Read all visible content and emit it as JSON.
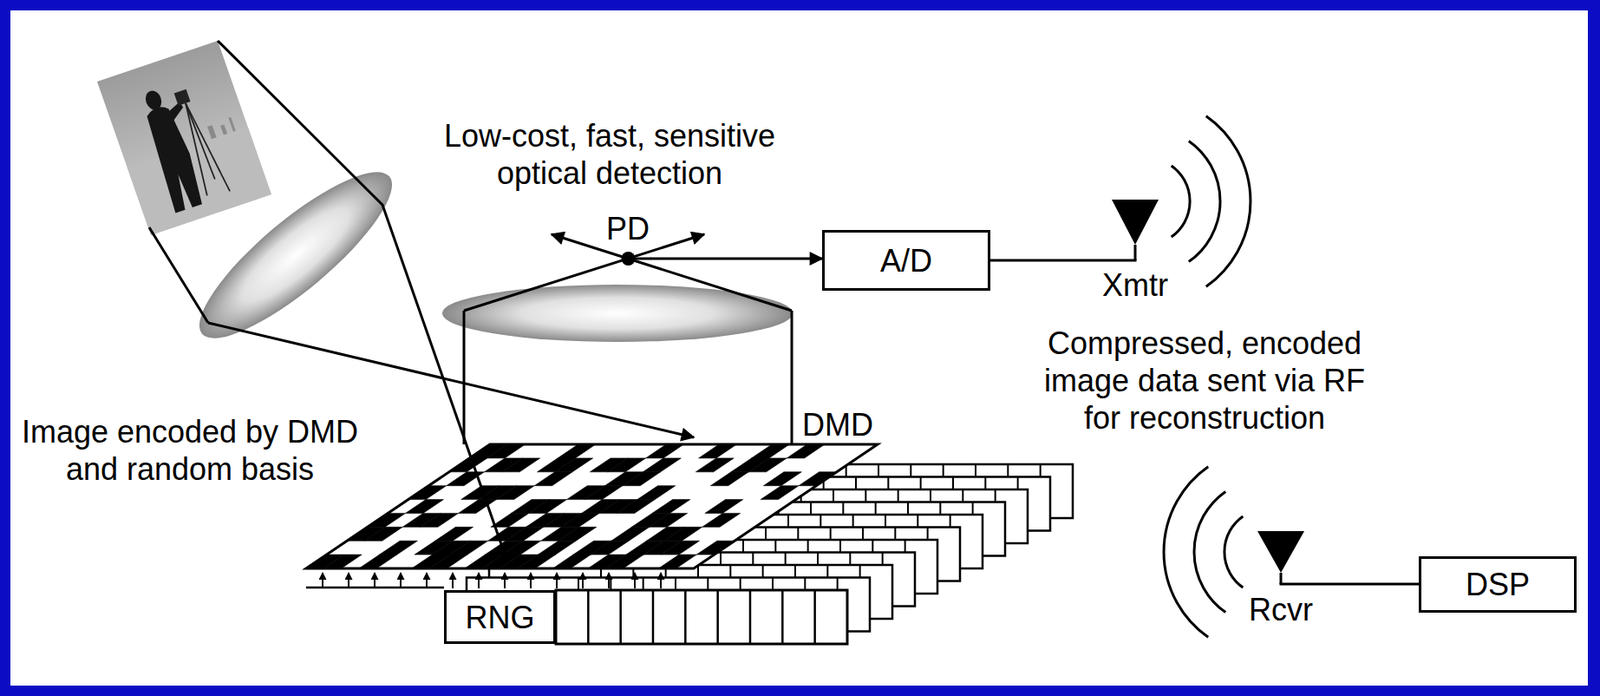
{
  "diagram": {
    "nodes": [
      {
        "text": [
          "PD"
        ]
      },
      {
        "text": [
          "A/D"
        ]
      },
      {
        "text": [
          "Xmtr"
        ]
      },
      {
        "text": [
          "RNG"
        ]
      },
      {
        "text": [
          "Rcvr"
        ]
      },
      {
        "text": [
          "DSP"
        ]
      }
    ],
    "edges": [
      {
        "from": 0,
        "to": 1,
        "arrow": "to"
      },
      {
        "from": 1,
        "to": 2,
        "arrow": "none"
      },
      {
        "from": 4,
        "to": 5,
        "arrow": "none"
      }
    ],
    "labels": [
      "Low-cost, fast, sensitive optical detection",
      "Image encoded by DMD and random basis",
      "DMD",
      "Compressed, encoded image data sent via RF for reconstruction"
    ]
  }
}
